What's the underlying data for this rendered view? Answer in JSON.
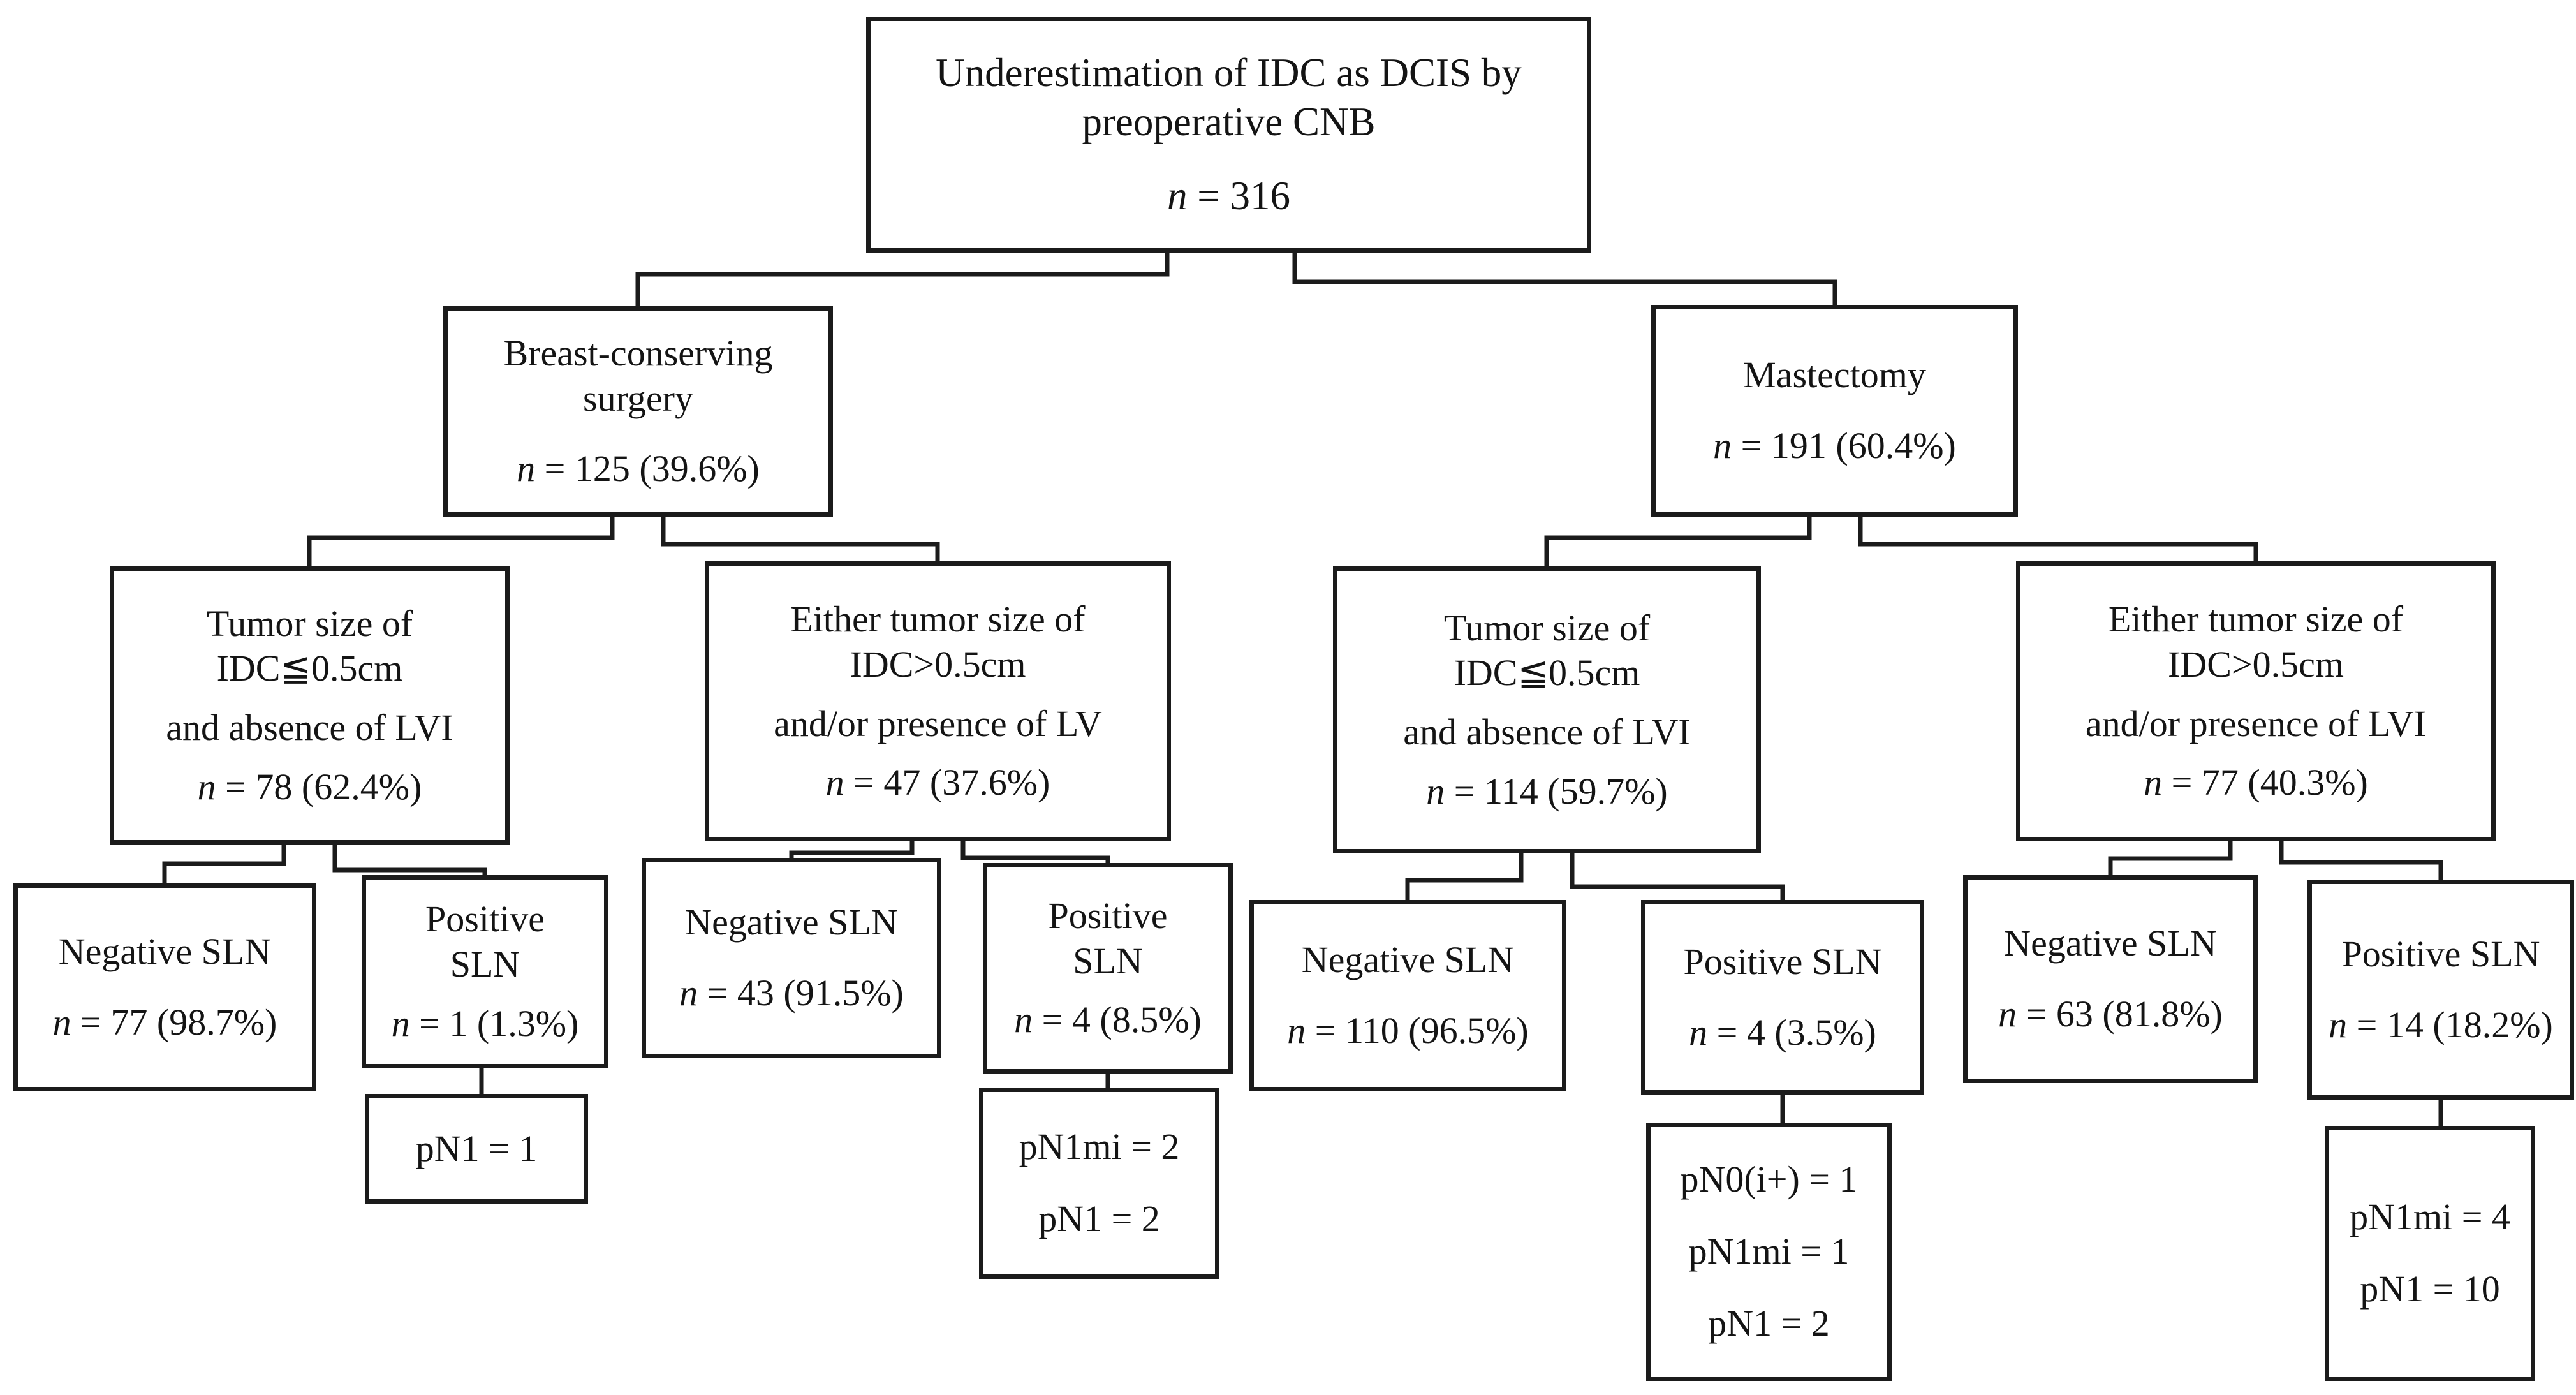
{
  "nodes": {
    "root": {
      "lines": [
        "Underestimation of IDC as DCIS by",
        "preoperative CNB"
      ],
      "n_var": "n",
      "n_rest": " = 316"
    },
    "bcs": {
      "lines": [
        "Breast-conserving",
        "surgery"
      ],
      "n_var": "n",
      "n_rest": " = 125 (39.6%)"
    },
    "mastectomy": {
      "lines": [
        "Mastectomy"
      ],
      "n_var": "n",
      "n_rest": " = 191 (60.4%)"
    },
    "bcs_small": {
      "lines": [
        "Tumor size of",
        "IDC≦0.5cm",
        "and absence of LVI"
      ],
      "n_var": "n",
      "n_rest": " = 78 (62.4%)"
    },
    "bcs_large": {
      "lines": [
        "Either tumor size of",
        "IDC>0.5cm",
        "and/or presence of LV"
      ],
      "n_var": "n",
      "n_rest": " = 47 (37.6%)"
    },
    "mast_small": {
      "lines": [
        "Tumor size of",
        "IDC≦0.5cm",
        "and absence of LVI"
      ],
      "n_var": "n",
      "n_rest": " = 114 (59.7%)"
    },
    "mast_large": {
      "lines": [
        "Either tumor size of",
        "IDC>0.5cm",
        "and/or presence of LVI"
      ],
      "n_var": "n",
      "n_rest": " = 77 (40.3%)"
    },
    "bcs_small_neg": {
      "lines": [
        "Negative SLN"
      ],
      "n_var": "n",
      "n_rest": " = 77 (98.7%)"
    },
    "bcs_small_pos": {
      "lines": [
        "Positive",
        "SLN"
      ],
      "n_var": "n",
      "n_rest": " = 1 (1.3%)"
    },
    "bcs_large_neg": {
      "lines": [
        "Negative SLN"
      ],
      "n_var": "n",
      "n_rest": " = 43 (91.5%)"
    },
    "bcs_large_pos": {
      "lines": [
        "Positive",
        "SLN"
      ],
      "n_var": "n",
      "n_rest": " = 4 (8.5%)"
    },
    "mast_small_neg": {
      "lines": [
        "Negative SLN"
      ],
      "n_var": "n",
      "n_rest": " = 110 (96.5%)"
    },
    "mast_small_pos": {
      "lines": [
        "Positive SLN"
      ],
      "n_var": "n",
      "n_rest": " = 4 (3.5%)"
    },
    "mast_large_neg": {
      "lines": [
        "Negative SLN"
      ],
      "n_var": "n",
      "n_rest": " = 63 (81.8%)"
    },
    "mast_large_pos": {
      "lines": [
        "Positive SLN"
      ],
      "n_var": "n",
      "n_rest": " = 14 (18.2%)"
    },
    "pn_bcs_small": {
      "lines": [
        "pN1 = 1"
      ]
    },
    "pn_bcs_large": {
      "lines": [
        "pN1mi = 2",
        "pN1 = 2"
      ]
    },
    "pn_mast_small": {
      "lines": [
        "pN0(i+) = 1",
        "pN1mi = 1",
        "pN1 = 2"
      ]
    },
    "pn_mast_large": {
      "lines": [
        "pN1mi = 4",
        "pN1 = 10"
      ]
    }
  },
  "colors": {
    "line": "#1b1b1b",
    "box_border": "#1b1b1b",
    "background": "#ffffff",
    "text": "#141414"
  }
}
